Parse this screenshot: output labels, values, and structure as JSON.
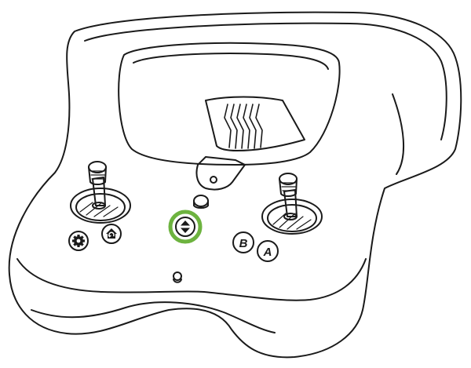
{
  "diagram": {
    "subject": "controller",
    "highlight_color": "#6db33f",
    "outline_color": "#1a1a1a",
    "buttons": [
      {
        "id": "settings",
        "icon": "gear-icon",
        "label": ""
      },
      {
        "id": "home",
        "icon": "home-return-icon",
        "label": ""
      },
      {
        "id": "takeoff-landing",
        "icon": "up-down-arrows-icon",
        "label": "",
        "highlighted": true
      },
      {
        "id": "b",
        "icon": "",
        "label": "B"
      },
      {
        "id": "a",
        "icon": "",
        "label": "A"
      }
    ]
  }
}
